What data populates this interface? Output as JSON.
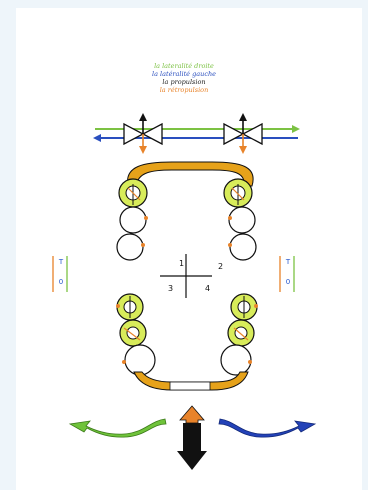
{
  "legend": {
    "line1": {
      "text": "la lateralité  droite",
      "color": "#7cc243"
    },
    "line2": {
      "text": "la latéralité gauche",
      "color": "#2a4fbf"
    },
    "line3": {
      "text": "la propulsion",
      "color": "#222222"
    },
    "line4": {
      "text": "la rétropulsion",
      "color": "#e8832a"
    }
  },
  "left_indicator": {
    "top": "T",
    "bottom": "0"
  },
  "right_indicator": {
    "top": "T",
    "bottom": "0"
  },
  "quadrants": {
    "q1": "1",
    "q2": "2",
    "q3": "3",
    "q4": "4"
  },
  "colors": {
    "green": "#7cc243",
    "blue": "#2a4fbf",
    "orange": "#e8832a",
    "gold": "#e6a21a",
    "yellow_green": "#d8ec5a",
    "black": "#111111"
  },
  "icons": [
    "valve-icon",
    "curved-arrow-left-icon",
    "curved-arrow-right-icon",
    "down-arrow-icon"
  ]
}
